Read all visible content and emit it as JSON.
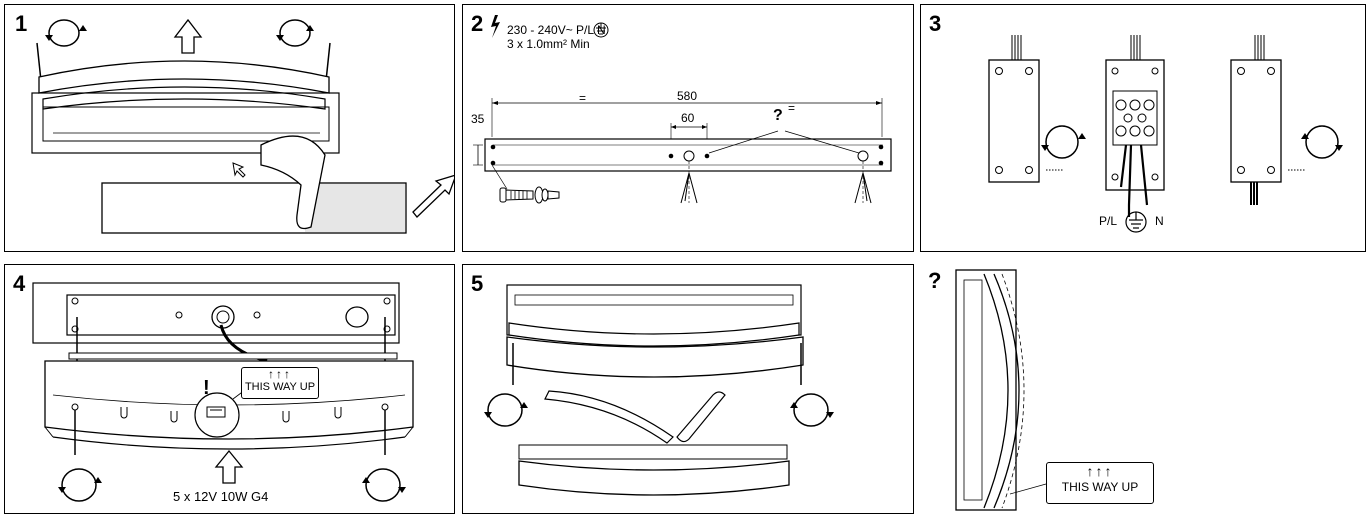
{
  "panels": [
    {
      "number": "1"
    },
    {
      "number": "2"
    },
    {
      "number": "3"
    },
    {
      "number": "4"
    },
    {
      "number": "5"
    },
    {
      "number": "?"
    }
  ],
  "step2": {
    "voltage": "230 - 240V~ P/L N",
    "cable": "3 x 1.0mm² Min",
    "dim_total": "580",
    "dim_edge": "35",
    "dim_gap": "60",
    "equal_sign": "=",
    "query": "?"
  },
  "step3": {
    "terminal_label_pl": "P/L",
    "terminal_label_n": "N"
  },
  "step4": {
    "label_arrows": "↑↑↑",
    "label_text": "THIS WAY UP",
    "warning": "!",
    "bulbs": "5 x 12V 10W G4"
  },
  "step_q": {
    "label_arrows": "↑↑↑",
    "label_text": "THIS WAY UP"
  }
}
